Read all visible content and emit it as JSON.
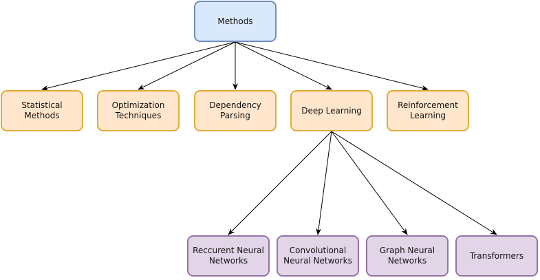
{
  "colors": {
    "root_fill": "#dae8fc",
    "root_stroke": "#6c8ebf",
    "level1_fill": "#ffe6cc",
    "level1_stroke": "#e0ac34",
    "level2_fill": "#e1d5e7",
    "level2_stroke": "#9673a6",
    "edge": "#000000"
  },
  "nodes": {
    "methods": "Methods",
    "statistical": "Statistical Methods",
    "optimization": "Optimization\nTechniques",
    "dependency": "Dependency\nParsing",
    "deep_learning": "Deep Learning",
    "reinforcement": "Reinforcement\nLearning",
    "rnn": "Reccurent Neural\nNetworks",
    "cnn": "Convolutional\nNeural Networks",
    "gnn": "Graph Neural\nNetworks",
    "transformers": "Transformers"
  },
  "edges": [
    {
      "from": "methods",
      "to": "statistical"
    },
    {
      "from": "methods",
      "to": "optimization"
    },
    {
      "from": "methods",
      "to": "dependency"
    },
    {
      "from": "methods",
      "to": "deep_learning"
    },
    {
      "from": "methods",
      "to": "reinforcement"
    },
    {
      "from": "deep_learning",
      "to": "rnn"
    },
    {
      "from": "deep_learning",
      "to": "cnn"
    },
    {
      "from": "deep_learning",
      "to": "gnn"
    },
    {
      "from": "deep_learning",
      "to": "transformers"
    }
  ]
}
